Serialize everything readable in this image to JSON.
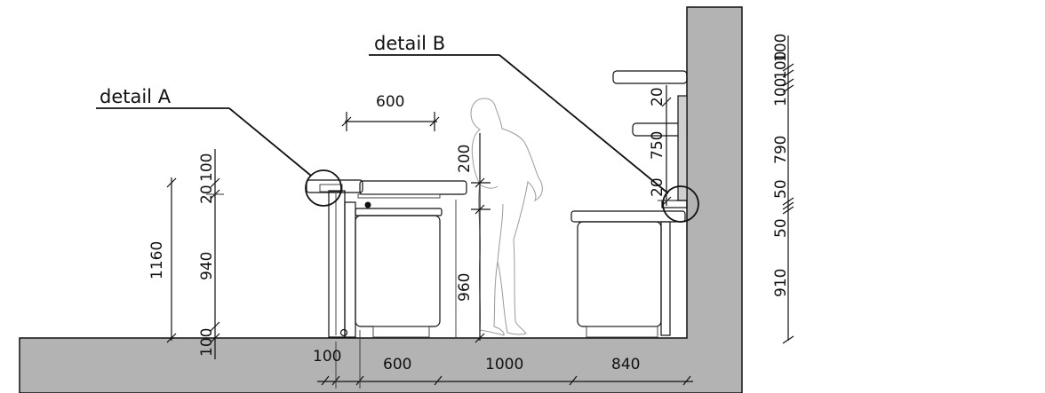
{
  "labels": {
    "detail_a": "detail A",
    "detail_b": "detail B"
  },
  "dimensions": {
    "counter_depth_top": "600",
    "raised_shelf_height": "200",
    "left_20": "20",
    "left_100_top": "100",
    "left_940": "940",
    "left_1160": "1160",
    "left_100_bottom": "100",
    "counter_960": "960",
    "bottom_100": "100",
    "bottom_600": "600",
    "bottom_1000": "1000",
    "bottom_840": "840",
    "wall_20_top": "20",
    "wall_750": "750",
    "wall_20_low": "20",
    "right_100_a": "100",
    "right_100_b": "100",
    "right_100_c": "100",
    "right_790": "790",
    "right_50_a": "50",
    "right_50_b": "50",
    "right_910": "910"
  },
  "colors": {
    "ground": "#b3b3b3",
    "line": "#111111",
    "figure": "#9a9a9a",
    "panel": "#cfcfcf"
  }
}
